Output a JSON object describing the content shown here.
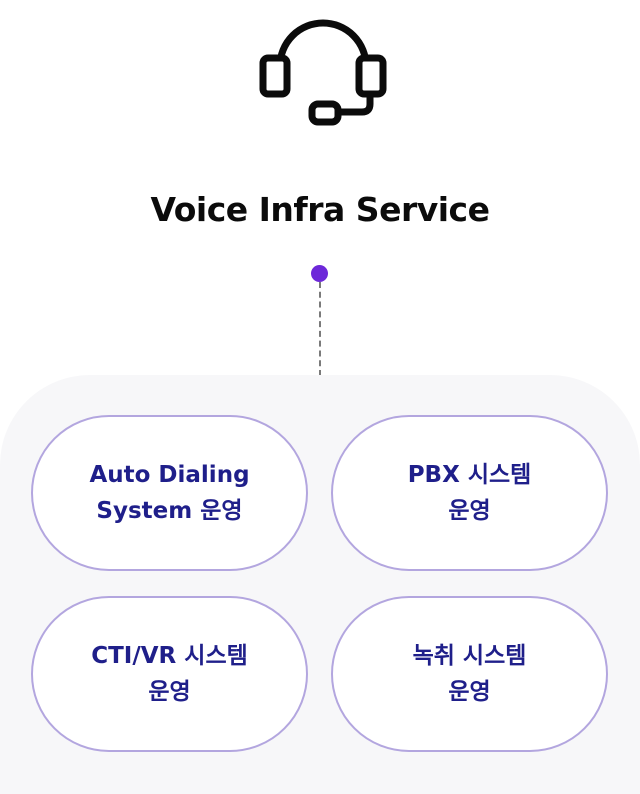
{
  "header": {
    "icon": "headset-icon",
    "title": "Voice Infra Service"
  },
  "colors": {
    "dot": "#6d28d9",
    "pill_border": "#b3a6df",
    "pill_text": "#1f1f8a",
    "panel_bg": "#f7f7f9"
  },
  "services": [
    {
      "line1": "Auto Dialing",
      "line2": "System 운영"
    },
    {
      "line1": "PBX 시스템",
      "line2": "운영"
    },
    {
      "line1": "CTI/VR 시스템",
      "line2": "운영"
    },
    {
      "line1": "녹취 시스템",
      "line2": "운영"
    }
  ]
}
